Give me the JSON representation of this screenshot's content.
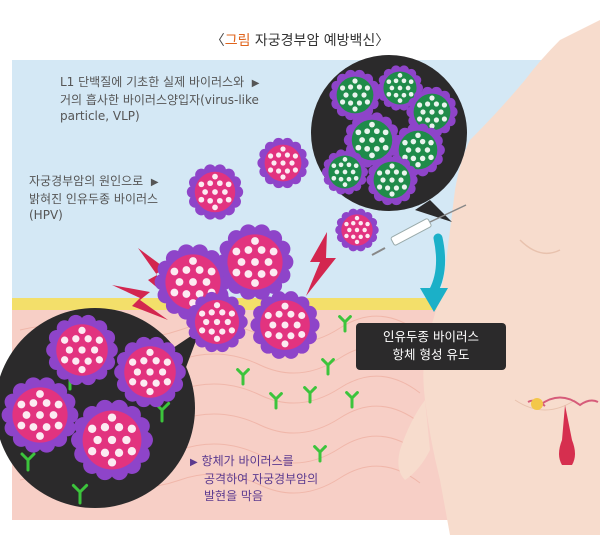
{
  "title": {
    "open": "〈",
    "fig_label": "그림",
    "text": "자궁경부암 예방백신",
    "close": "〉"
  },
  "labels": {
    "vlp": {
      "line1": "L1 단백질에 기초한 실제 바이러스와",
      "line2": "거의 흡사한 바이러스양입자(virus-like",
      "line3": "particle, VLP)"
    },
    "hpv": {
      "line1": "자궁경부암의 원인으로",
      "line2": "밝혀진 인유두종 바이러스",
      "line3": "(HPV)"
    },
    "callout": {
      "line1": "인유두종 바이러스",
      "line2": "항체 형성 유도"
    },
    "antibody": {
      "line1": "항체가 바이러스를",
      "line2": "공격하여 자궁경부암의",
      "line3": "발현을 막음"
    },
    "arrow_glyph": "▶"
  },
  "colors": {
    "sky": "#d4e8f5",
    "skin_band": "#f7cfc6",
    "yellow_line": "#f3df6a",
    "virus_pink": "#e2337f",
    "virus_purple": "#8e44c9",
    "vlp_green": "#1f8b4a",
    "antibody_green": "#3cc43c",
    "lightning": "#d3264f",
    "teal_arrow": "#1bb0c8",
    "dark_circle": "#2b2a2b",
    "body": "#f7dccd"
  },
  "icons": [
    "virus-icon",
    "vlp-particle-icon",
    "antibody-icon",
    "lightning-icon",
    "syringe-icon",
    "down-arrow-icon",
    "uterus-icon"
  ]
}
